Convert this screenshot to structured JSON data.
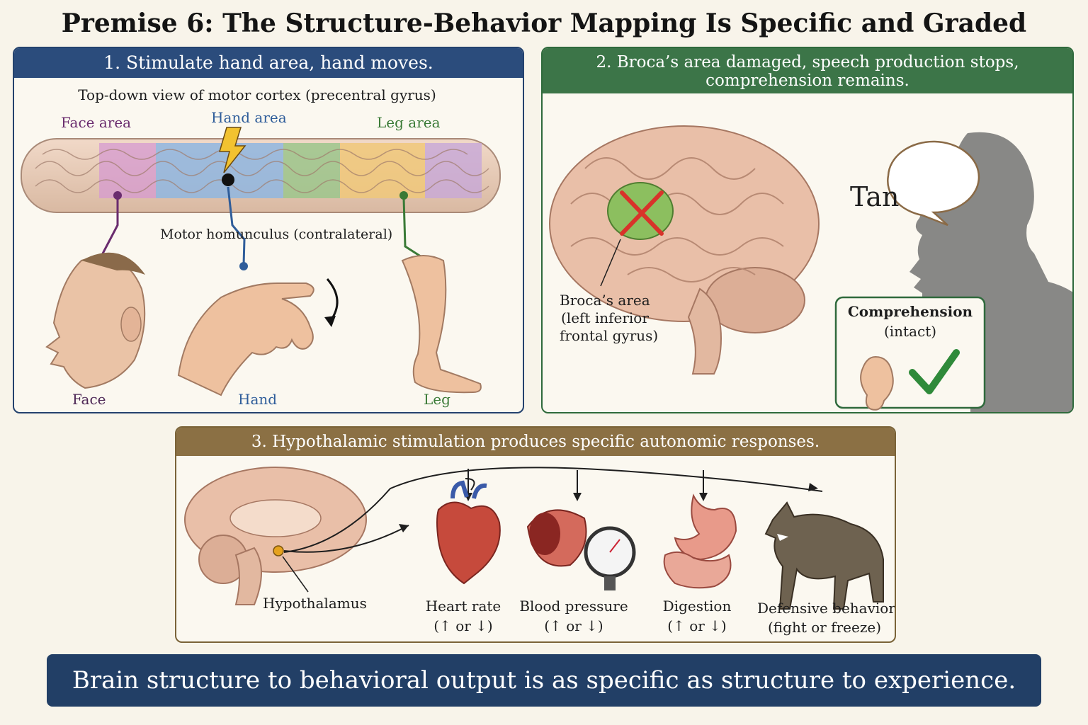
{
  "title": "Premise 6: The Structure-Behavior Mapping Is Specific and Graded",
  "panel1": {
    "header": "1. Stimulate hand area, hand moves.",
    "subtitle": "Top-down view of motor cortex (precentral gyrus)",
    "face_area": "Face area",
    "hand_area": "Hand area",
    "leg_area": "Leg area",
    "homunculus": "Motor homunculus (contralateral)",
    "face": "Face",
    "hand": "Hand",
    "leg": "Leg",
    "colors": {
      "face": "#6a2c6e",
      "hand": "#2f5d9a",
      "leg": "#3a7a36"
    }
  },
  "panel2": {
    "header_line1": "2. Broca’s area damaged, speech production stops,",
    "header_line2": "comprehension remains.",
    "speech": "Tan",
    "broca_line1": "Broca’s area",
    "broca_line2": "(left inferior",
    "broca_line3": "frontal gyrus)",
    "comp_title": "Comprehension",
    "comp_sub": "(intact)"
  },
  "panel3": {
    "header": "3. Hypothalamic stimulation produces specific autonomic responses.",
    "hypothalamus": "Hypothalamus",
    "responses": [
      {
        "label": "Heart rate",
        "sub": "(↑ or ↓)"
      },
      {
        "label": "Blood pressure",
        "sub": "(↑ or ↓)"
      },
      {
        "label": "Digestion",
        "sub": "(↑ or ↓)"
      },
      {
        "label": "Defensive behavior",
        "sub": "(fight or freeze)"
      }
    ]
  },
  "footer": "Brain structure to behavioral output is as specific as structure to experience."
}
